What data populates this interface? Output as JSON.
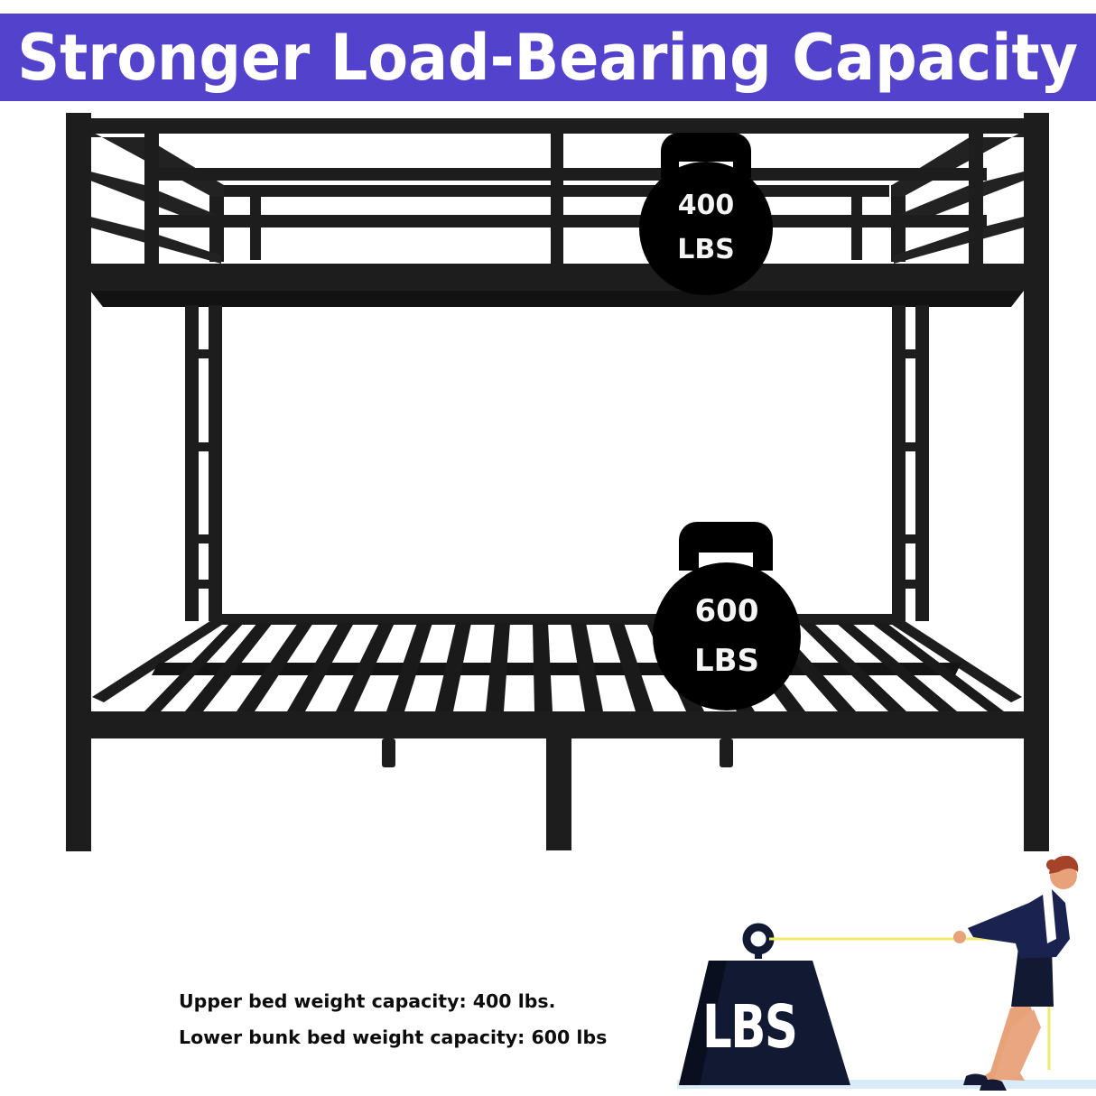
{
  "banner": {
    "title": "Stronger Load-Bearing Capacity",
    "background_color": "#5342cc",
    "text_color": "#ffffff"
  },
  "upper_weight": {
    "icon": "kettlebell-icon",
    "value": "400",
    "unit": "LBS"
  },
  "lower_weight": {
    "icon": "kettlebell-icon",
    "value": "600",
    "unit": "LBS"
  },
  "specs": [
    {
      "label": "Upper bed weight capacity: 400 lbs."
    },
    {
      "label": "Lower bunk bed weight capacity: 600 lbs"
    }
  ],
  "weight_block": {
    "icon": "weight-block-icon",
    "label": "LBS",
    "color": "#121a33"
  },
  "figure": {
    "icon": "woman-pulling-rope-icon",
    "rope_color": "#f2ea6b"
  },
  "colors": {
    "frame": "#1d1d1d",
    "kettlebell": "#000000"
  }
}
